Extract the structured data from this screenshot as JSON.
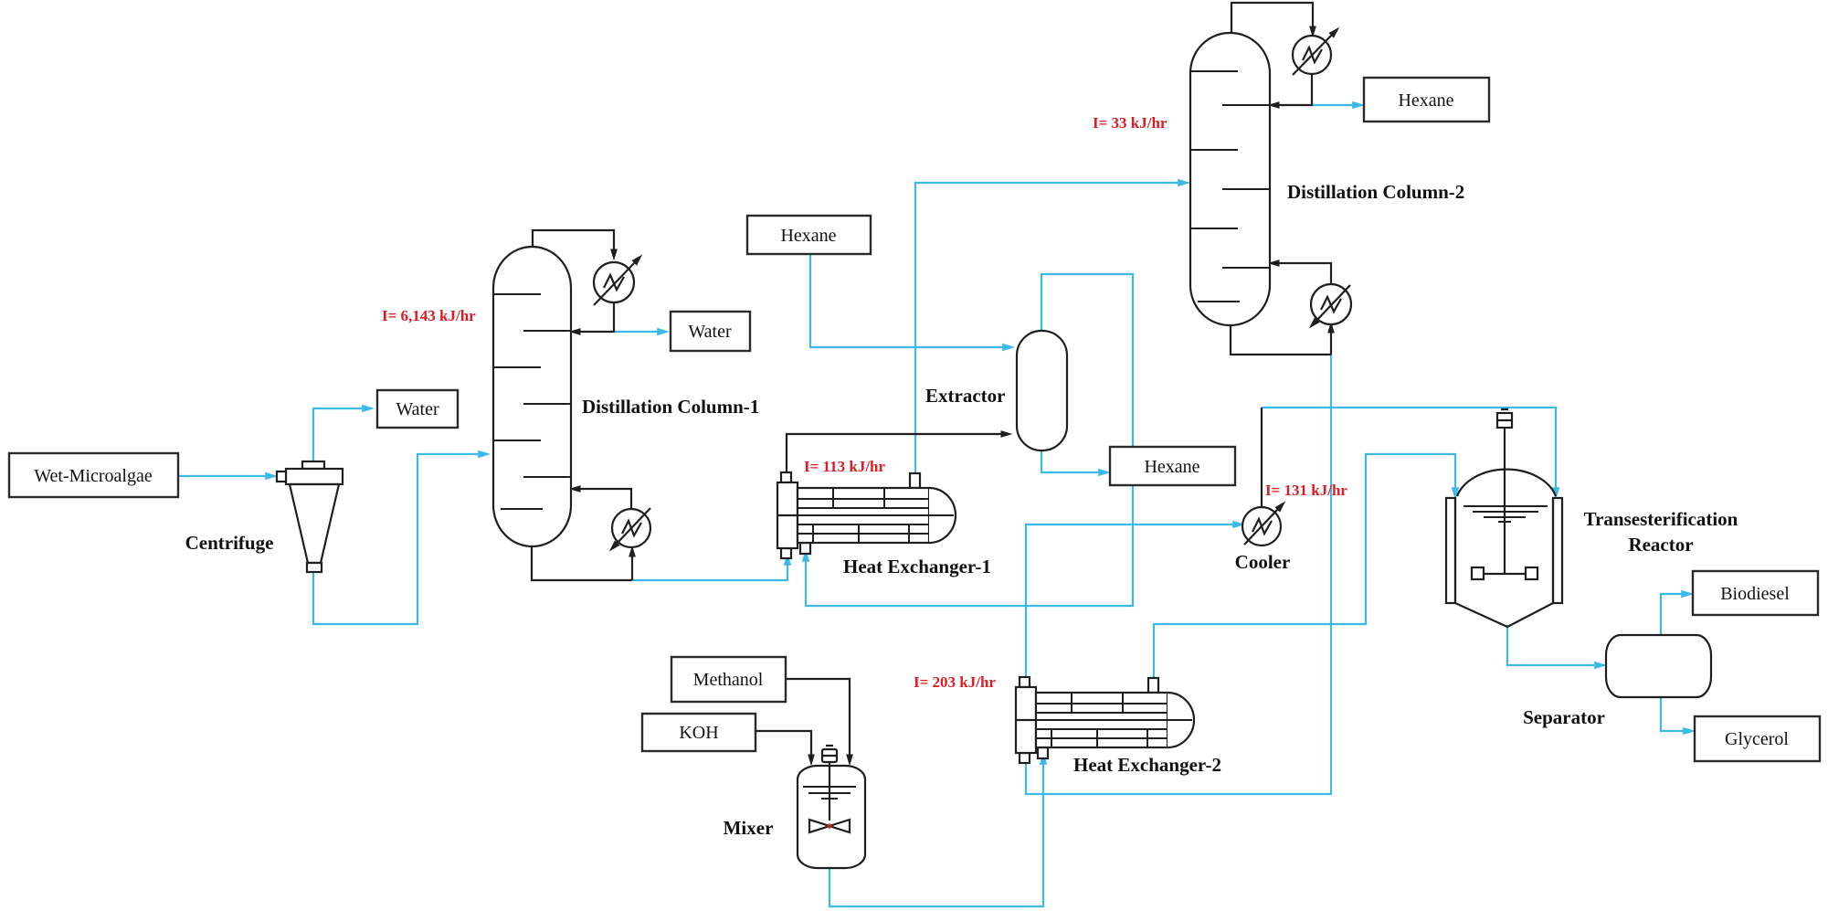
{
  "diagram": {
    "type": "process-flow-diagram",
    "colors": {
      "stream_line": "#3bb9e8",
      "equipment_line": "#1f1f1f",
      "exergy_text": "#e01b24",
      "background": "#ffffff"
    },
    "stream_boxes": {
      "wet_microalgae": "Wet-Microalgae",
      "water_from_centrifuge": "Water",
      "water_from_column1": "Water",
      "hexane_feed": "Hexane",
      "hexane_from_extractor": "Hexane",
      "hexane_from_column2": "Hexane",
      "methanol": "Methanol",
      "koh": "KOH",
      "biodiesel": "Biodiesel",
      "glycerol": "Glycerol"
    },
    "equipment": {
      "centrifuge": {
        "label": "Centrifuge"
      },
      "distillation_column_1": {
        "label": "Distillation Column-1",
        "irreversibility": "I= 6,143 kJ/hr"
      },
      "heat_exchanger_1": {
        "label": "Heat Exchanger-1",
        "irreversibility": "I= 113 kJ/hr"
      },
      "extractor": {
        "label": "Extractor"
      },
      "distillation_column_2": {
        "label": "Distillation Column-2",
        "irreversibility": "I= 33 kJ/hr"
      },
      "cooler": {
        "label": "Cooler",
        "irreversibility": "I= 131 kJ/hr"
      },
      "heat_exchanger_2": {
        "label": "Heat Exchanger-2",
        "irreversibility": "I= 203 kJ/hr"
      },
      "mixer": {
        "label": "Mixer"
      },
      "transesterification_reactor": {
        "label_line1": "Transesterification",
        "label_line2": "Reactor"
      },
      "separator": {
        "label": "Separator"
      }
    }
  }
}
